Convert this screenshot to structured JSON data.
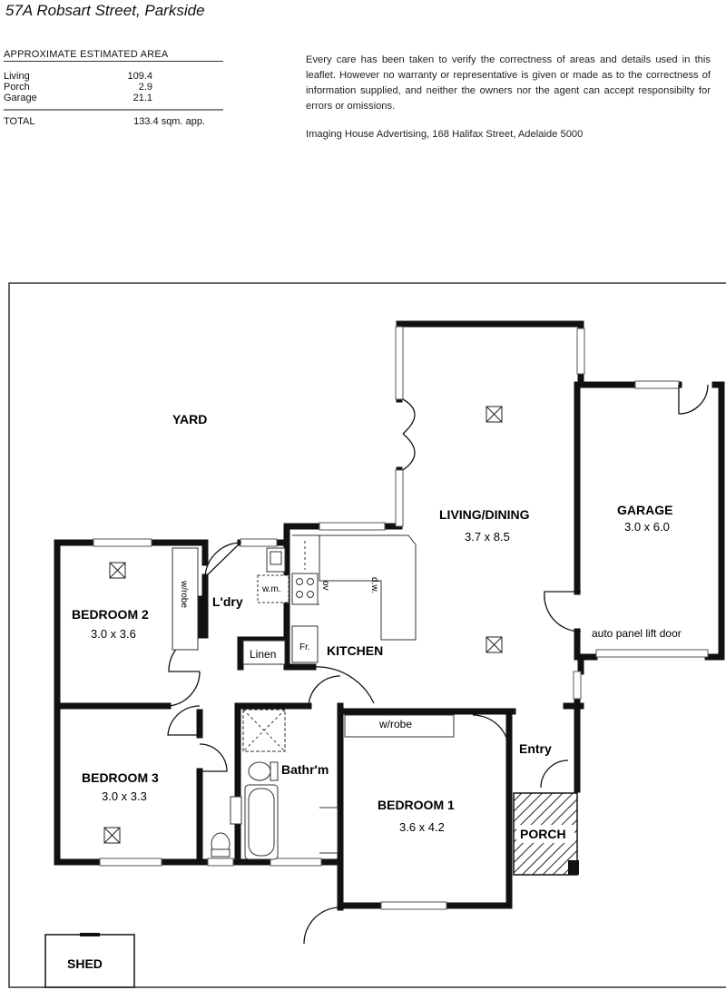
{
  "header": {
    "title": "57A Robsart Street, Parkside",
    "area_heading": "APPROXIMATE ESTIMATED AREA",
    "areas": [
      {
        "label": "Living",
        "value": "109.4"
      },
      {
        "label": "Porch",
        "value": "2.9"
      },
      {
        "label": "Garage",
        "value": "21.1"
      }
    ],
    "total_label": "TOTAL",
    "total_value": "133.4 sqm. app.",
    "disclaimer": "Every care has been taken to verify the correctness of areas and details used in this leaflet.  However no warranty or representative is given or made as to the correctness of information supplied, and neither the owners nor the agent can accept responsibilty for errors or omissions.",
    "agency": "Imaging House Advertising, 168 Halifax Street, Adelaide 5000"
  },
  "plan": {
    "yard": "YARD",
    "living_dining": {
      "name": "LIVING/DINING",
      "size": "3.7 x 8.5"
    },
    "garage": {
      "name": "GARAGE",
      "size": "3.0 x 6.0"
    },
    "garage_door": "auto panel lift door",
    "bedroom2": {
      "name": "BEDROOM 2",
      "size": "3.0 x 3.6"
    },
    "bedroom3": {
      "name": "BEDROOM 3",
      "size": "3.0 x 3.3"
    },
    "bedroom1": {
      "name": "BEDROOM 1",
      "size": "3.6 x 4.2"
    },
    "wrobe_vertical": "w/robe",
    "wrobe_horizontal": "w/robe",
    "laundry": "L'dry",
    "wm": "w.m.",
    "linen": "Linen",
    "kitchen": "KITCHEN",
    "fridge": "Fr.",
    "oven": "ov",
    "dishwasher": "d.w.",
    "bathroom": "Bathr'm",
    "entry": "Entry",
    "porch": "PORCH",
    "shed": "SHED"
  }
}
